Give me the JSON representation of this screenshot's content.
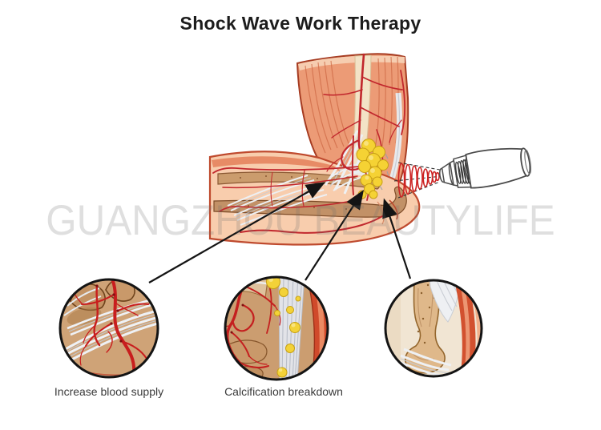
{
  "title": "Shock Wave Work Therapy",
  "watermark": "GUANGZHOU BEAUTYLIFE",
  "details": [
    {
      "label": "Increase blood supply"
    },
    {
      "label": "Calcification breakdown"
    },
    {
      "label": ""
    }
  ],
  "colors": {
    "background": "#ffffff",
    "title_text": "#1c1c1c",
    "label_text": "#3a3a3a",
    "watermark_gray": "#e2e2e2",
    "artery_red": "#c1272d",
    "muscle_salmon": "#ec9b76",
    "skin_tone": "#f8cdad",
    "bone_tan": "#c9996a",
    "ligament_white": "#eef1f4",
    "calcification_yellow": "#f5d234",
    "arrow_black": "#141414",
    "device_outline": "#4a4a4a"
  }
}
